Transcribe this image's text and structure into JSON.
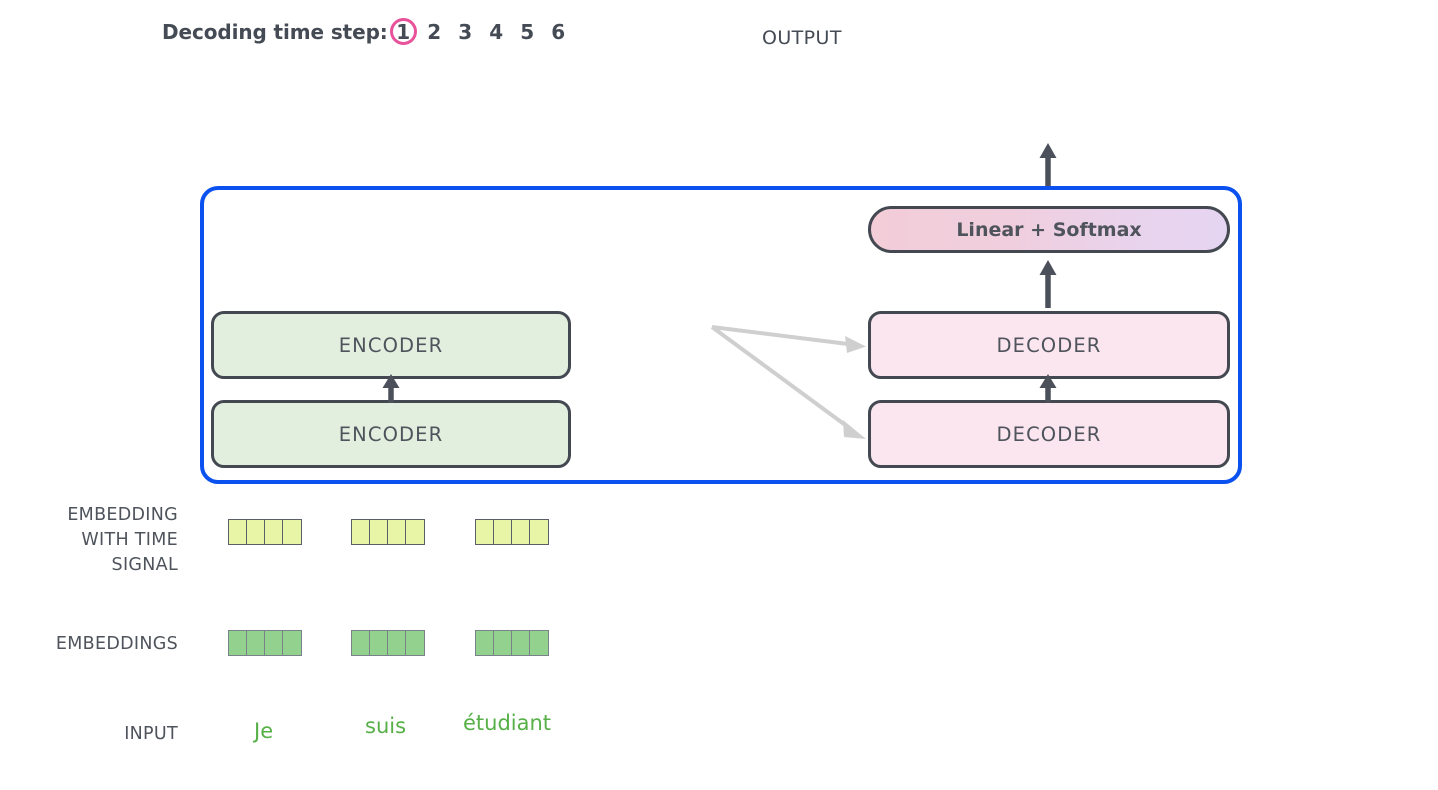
{
  "header": {
    "timestep_label": "Decoding time step:",
    "steps": [
      "1",
      "2",
      "3",
      "4",
      "5",
      "6"
    ],
    "active_step_index": 0,
    "active_step_ring_color": "#e8529b",
    "output_label": "OUTPUT"
  },
  "model": {
    "container_border_color": "#0a51f0",
    "linear_softmax_label": "Linear + Softmax",
    "encoder_label": "ENCODER",
    "decoder_label": "DECODER",
    "encoder_count": 2,
    "decoder_count": 2,
    "encoder_color": "#e2efdf",
    "decoder_color": "#fbe5ef",
    "box_border_color": "#434851",
    "arrow_color": "#4b505a",
    "cross_arrow_color": "#cfcfcf"
  },
  "rows": {
    "embedding_with_time_signal_label": [
      "EMBEDDING",
      "WITH TIME",
      "SIGNAL"
    ],
    "embeddings_label": "EMBEDDINGS",
    "input_label": "INPUT",
    "time_signal_cell_color": "#e9f5a6",
    "embedding_cell_color": "#93d18f",
    "cells_per_token": 4,
    "tokens": [
      "Je",
      "suis",
      "étudiant"
    ],
    "token_color": "#56b047"
  }
}
